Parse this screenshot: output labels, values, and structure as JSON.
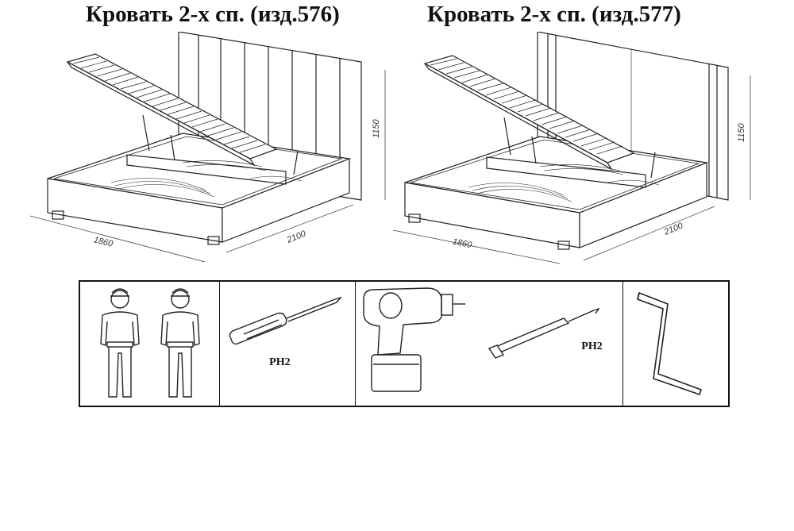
{
  "titles": {
    "left": "Кровать 2-х сп. (изд.576)",
    "right": "Кровать 2-х сп. (изд.577)"
  },
  "dimensions": {
    "left": {
      "width": "1860",
      "length": "2100",
      "height": "1150"
    },
    "right": {
      "width": "1860",
      "length": "2100",
      "height": "1150"
    }
  },
  "tools": {
    "screwdriver_label": "PH2",
    "bit_label": "PH2",
    "icons": [
      "two-workers-icon",
      "screwdriver-icon",
      "cordless-drill-icon",
      "bit-icon",
      "hex-key-icon"
    ]
  }
}
